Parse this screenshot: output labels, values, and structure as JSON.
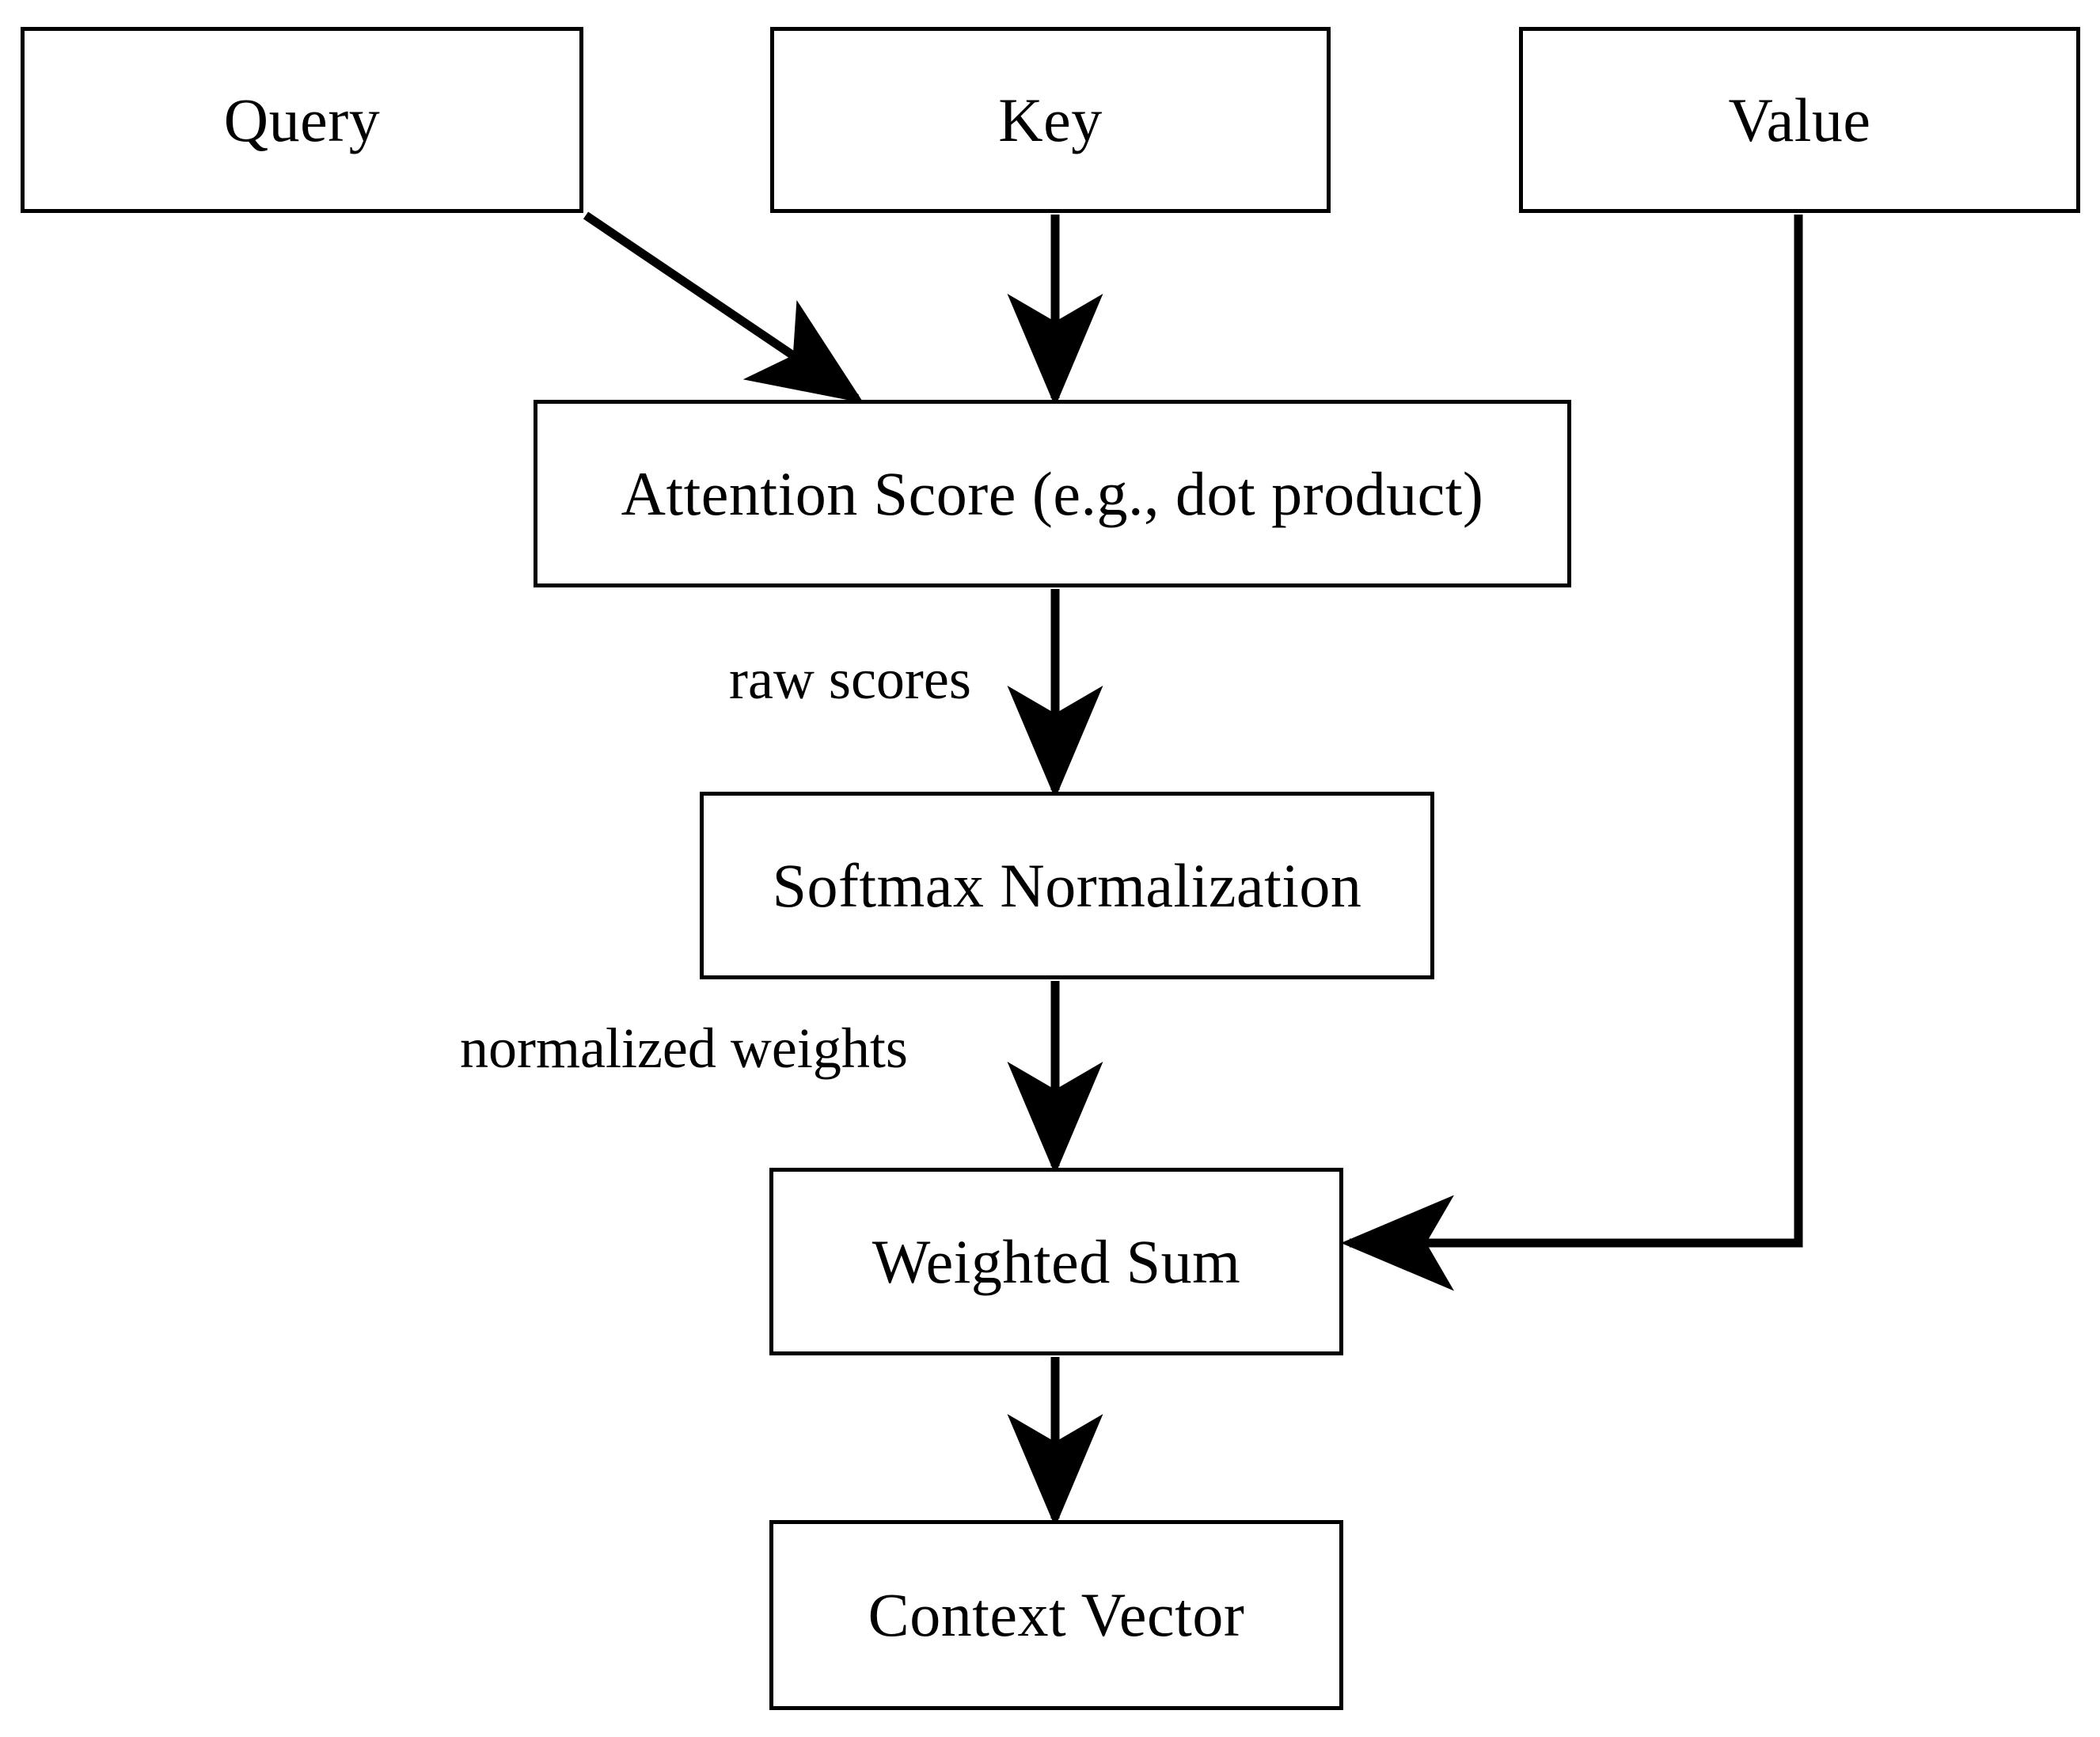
{
  "diagram": {
    "title": "Attention Mechanism Flowchart",
    "background_color": "#ffffff",
    "stroke_color": "#000000",
    "text_color": "#000000",
    "nodes": [
      {
        "id": "query",
        "label": "Query",
        "shape": "rectangle"
      },
      {
        "id": "key",
        "label": "Key",
        "shape": "rectangle"
      },
      {
        "id": "value",
        "label": "Value",
        "shape": "rectangle"
      },
      {
        "id": "attention_score",
        "label": "Attention Score (e.g., dot product)",
        "shape": "rectangle"
      },
      {
        "id": "softmax",
        "label": "Softmax Normalization",
        "shape": "rectangle"
      },
      {
        "id": "weighted_sum",
        "label": "Weighted Sum",
        "shape": "rectangle"
      },
      {
        "id": "context_vector",
        "label": "Context Vector",
        "shape": "rectangle"
      }
    ],
    "edges": [
      {
        "from": "query",
        "to": "attention_score",
        "label": "",
        "style": "diagonal-arrow"
      },
      {
        "from": "key",
        "to": "attention_score",
        "label": "",
        "style": "straight-arrow"
      },
      {
        "from": "attention_score",
        "to": "softmax",
        "label": "raw scores",
        "style": "straight-arrow"
      },
      {
        "from": "softmax",
        "to": "weighted_sum",
        "label": "normalized weights",
        "style": "straight-arrow"
      },
      {
        "from": "value",
        "to": "weighted_sum",
        "label": "",
        "style": "elbow-arrow"
      },
      {
        "from": "weighted_sum",
        "to": "context_vector",
        "label": "",
        "style": "straight-arrow"
      }
    ],
    "edge_labels": {
      "raw_scores": "raw scores",
      "normalized_weights": "normalized weights"
    }
  }
}
